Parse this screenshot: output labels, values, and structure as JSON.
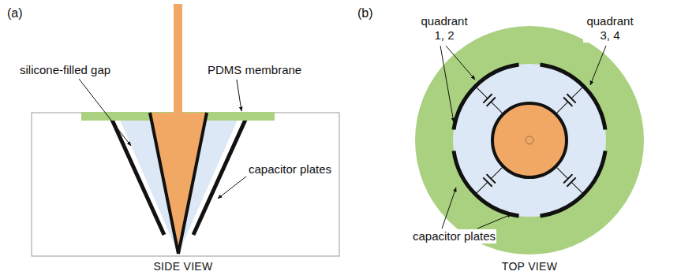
{
  "diagram": {
    "labels": [
      "(a)",
      "silicone-filled gap",
      "PDMS membrane",
      "capacitor plates",
      "SIDE VIEW",
      "(b)",
      "quadrant 1, 2",
      "quadrant 3, 4",
      "capacitor plates",
      "TOP VIEW"
    ]
  }
}
